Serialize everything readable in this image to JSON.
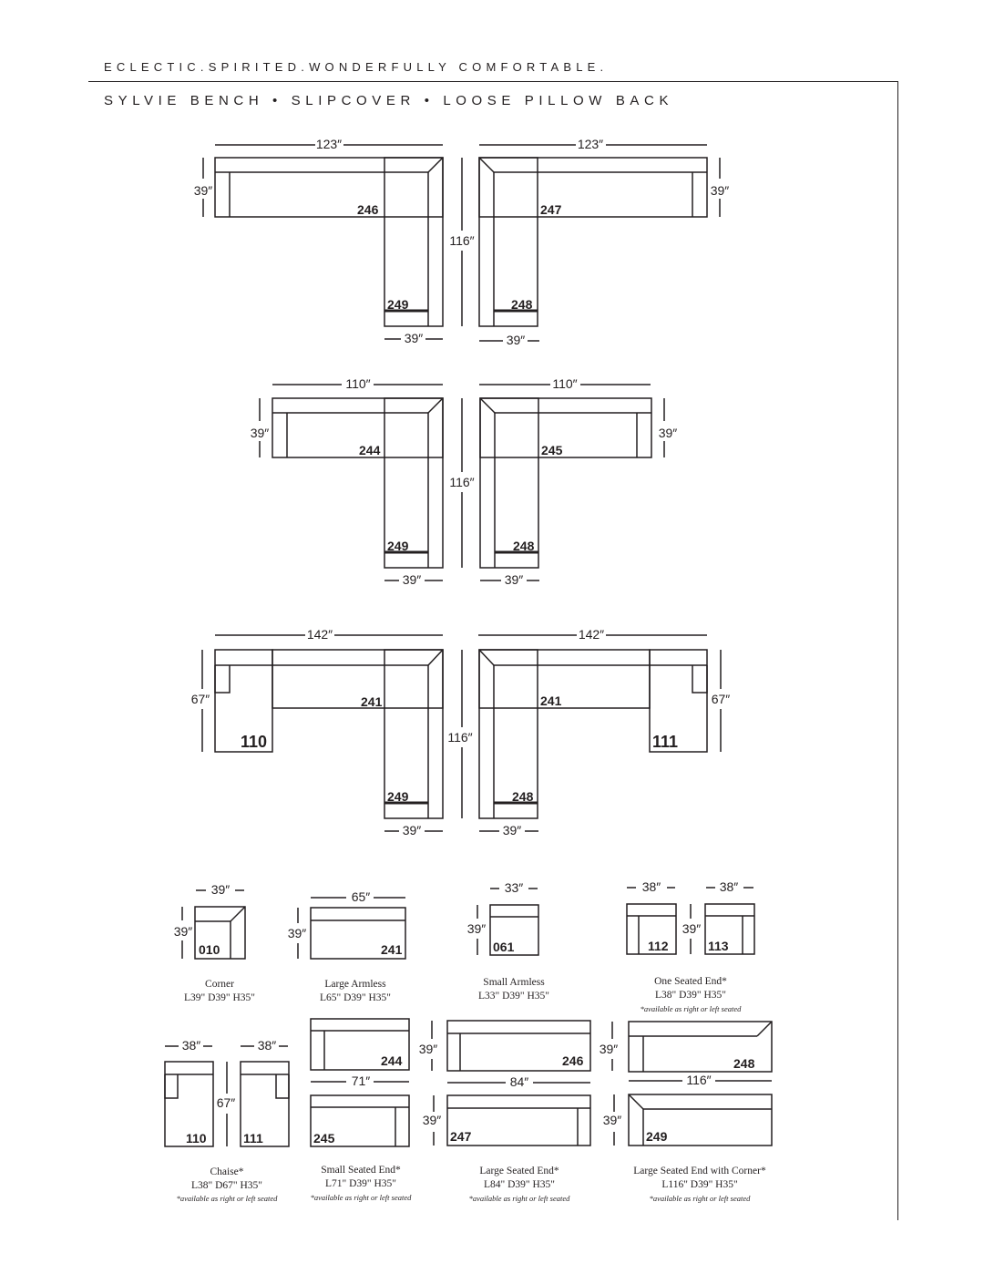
{
  "header": {
    "tagline": "ECLECTIC.SPIRITED.WONDERFULLY COMFORTABLE.",
    "title": "SYLVIE BENCH • SLIPCOVER • LOOSE PILLOW BACK"
  },
  "configurations": {
    "row1": {
      "width": "123″",
      "depth": "39″",
      "height": "116″",
      "leg": "39″",
      "left_pieces": [
        "246",
        "249"
      ],
      "right_pieces": [
        "247",
        "248"
      ]
    },
    "row2": {
      "width": "110″",
      "depth": "39″",
      "height": "116″",
      "leg": "39″",
      "left_pieces": [
        "244",
        "249"
      ],
      "right_pieces": [
        "245",
        "248"
      ]
    },
    "row3": {
      "width": "142″",
      "depth": "67″",
      "height": "116″",
      "leg": "39″",
      "left_pieces": [
        "110",
        "241",
        "249"
      ],
      "right_pieces": [
        "111",
        "241",
        "248"
      ]
    }
  },
  "pieces": {
    "corner": {
      "code": "010",
      "width": "39″",
      "depth": "39″",
      "name": "Corner",
      "dims": "L39\"  D39\"  H35\""
    },
    "large_armless": {
      "code": "241",
      "width": "65″",
      "depth": "39″",
      "name": "Large Armless",
      "dims": "L65\"  D39\"  H35\""
    },
    "small_armless": {
      "code": "061",
      "width": "33″",
      "depth": "39″",
      "name": "Small Armless",
      "dims": "L33\"  D39\"  H35\""
    },
    "one_seated_end": {
      "codes": [
        "112",
        "113"
      ],
      "width": "38″",
      "depth": "39″",
      "name": "One Seated End*",
      "dims": "L38\"  D39\"  H35\"",
      "note": "*available as right or left seated"
    },
    "chaise": {
      "codes": [
        "110",
        "111"
      ],
      "width": "38″",
      "depth": "67″",
      "name": "Chaise*",
      "dims": "L38\"  D67\"  H35\"",
      "note": "*available as right or left seated"
    },
    "small_seated_end": {
      "codes": [
        "244",
        "245"
      ],
      "width": "71″",
      "depth": "39″",
      "name": "Small Seated End*",
      "dims": "L71\"  D39\"  H35\"",
      "note": "*available as right or left seated"
    },
    "large_seated_end": {
      "codes": [
        "246",
        "247"
      ],
      "width": "84″",
      "depth": "39″",
      "name": "Large Seated End*",
      "dims": "L84\"  D39\"  H35\"",
      "note": "*available as right or left seated"
    },
    "large_seated_end_corner": {
      "codes": [
        "248",
        "249"
      ],
      "width": "116″",
      "depth": "39″",
      "name": "Large Seated End with Corner*",
      "dims": "L116\"  D39\"  H35\"",
      "note": "*available as right or left seated"
    }
  }
}
